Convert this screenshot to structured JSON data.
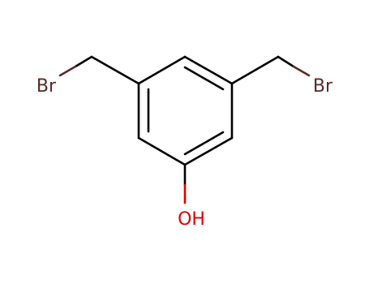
{
  "molecule": {
    "atoms": {
      "bromine_left": "Br",
      "bromine_right": "Br",
      "hydroxyl": "OH"
    },
    "colors": {
      "bond": "#000000",
      "bromine": "#5a2a2a",
      "oxygen": "#e00000",
      "background": "#ffffff"
    }
  }
}
